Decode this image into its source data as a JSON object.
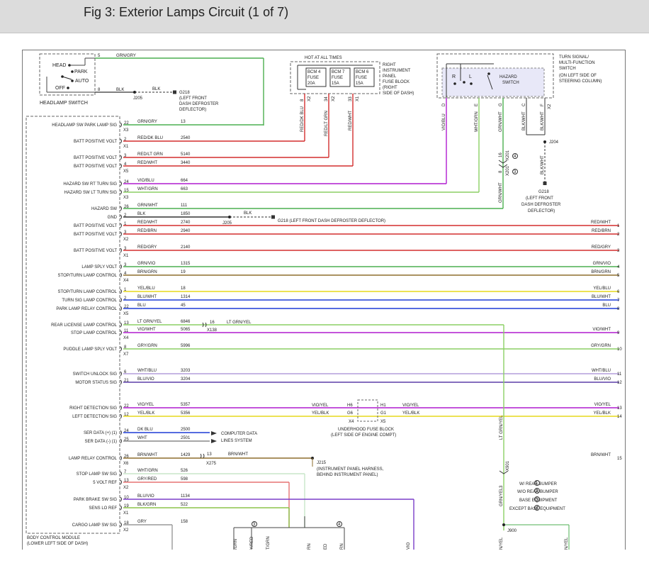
{
  "title": "Fig 3: Exterior Lamps Circuit (1 of 7)",
  "headlamp_switch": {
    "label": "HEADLAMP SWITCH",
    "positions": [
      "HEAD",
      "PARK",
      "AUTO",
      "OFF"
    ],
    "pin5": "5",
    "pin8": "8",
    "wire5": "GRN/GRY",
    "wire8": "BLK"
  },
  "ground_top": {
    "conn": "J205",
    "wire": "BLK",
    "name": "G218",
    "desc1": "(LEFT FRONT",
    "desc2": "DASH DEFROSTER",
    "desc3": "DEFLECTOR)"
  },
  "fuse_block": {
    "header": "HOT AT ALL TIMES",
    "fuses": [
      {
        "l1": "BCM 4",
        "l2": "FUSE",
        "l3": "20A",
        "pin": "8",
        "conn": "X2",
        "wire": "RED/DK BLU"
      },
      {
        "l1": "BCM 7",
        "l2": "FUSE",
        "l3": "15A",
        "pin": "34",
        "conn": "X2",
        "wire": "RED/LT GRN"
      },
      {
        "l1": "BCM 6",
        "l2": "FUSE",
        "l3": "15A",
        "pin": "33",
        "conn": "X1",
        "wire": "RED/WHT"
      }
    ],
    "desc": [
      "RIGHT",
      "INSTRUMENT",
      "PANEL",
      "FUSE BLOCK",
      "(RIGHT",
      "SIDE OF DASH)"
    ]
  },
  "mfs": {
    "desc": [
      "TURN SIGNAL/",
      "MULTI-FUNCTION",
      "SWITCH",
      "(ON LEFT SIDE OF",
      "STEERING COLUMN)"
    ],
    "hazard": [
      "HAZARD",
      "SWITCH"
    ],
    "r": "R",
    "l": "L",
    "pins": [
      {
        "pin": "D",
        "wire": "VIO/BLU"
      },
      {
        "pin": "E",
        "wire": "WHT/GRN"
      },
      {
        "pin": "G",
        "wire": "GRN/WHT"
      },
      {
        "pin": "C",
        "wire": "BLK/WHT"
      },
      {
        "pin": "F",
        "wire": "BLK/WHT"
      }
    ],
    "conn": "X2",
    "j204": "J204",
    "x201a": "X201",
    "x201b": "X201",
    "n16": "16",
    "n8": "8",
    "c4": "4",
    "c3": "3",
    "wire_down": "GRN/WHT",
    "wire_gnd": "BLK/WHT",
    "gnd": {
      "name": "G218",
      "d1": "(LEFT FRONT",
      "d2": "DASH DEFROSTER",
      "d3": "DEFLECTOR)"
    }
  },
  "bcm": {
    "l1": "BODY CONTROL MODULE",
    "l2": "(LOWER LEFT SIDE OF DASH)"
  },
  "rows": [
    {
      "label": "HEADLAMP SW PARK LAMP SIG",
      "pin": "22",
      "conn": "X3",
      "wire": "GRN/GRY",
      "circ": "13"
    },
    {
      "label": "BATT POSITIVE VOLT",
      "pin": "2",
      "conn": "X1",
      "wire": "RED/DK BLU",
      "circ": "2540"
    },
    {
      "label": "BATT POSITIVE VOLT",
      "pin": "3",
      "conn": "",
      "wire": "RED/LT GRN",
      "circ": "5140"
    },
    {
      "label": "BATT POSITIVE VOLT",
      "pin": "4",
      "conn": "X5",
      "wire": "RED/WHT",
      "circ": "3440"
    },
    {
      "label": "HAZARD SW RT TURN SIG",
      "pin": "24",
      "conn": "",
      "wire": "VIO/BLU",
      "circ": "664"
    },
    {
      "label": "HAZARD SW LT TURN SIG",
      "pin": "15",
      "conn": "X3",
      "wire": "WHT/GRN",
      "circ": "663"
    },
    {
      "label": "HAZARD SW",
      "pin": "26",
      "conn": "",
      "wire": "GRN/WHT",
      "circ": "111"
    },
    {
      "label": "GND",
      "pin": "2",
      "conn": "",
      "wire": "BLK",
      "circ": "1850"
    },
    {
      "label": "BATT POSITIVE VOLT",
      "pin": "1",
      "conn": "",
      "wire": "RED/WHT",
      "circ": "2740",
      "rlabel": "RED/WHT",
      "ref": "1"
    },
    {
      "label": "BATT POSITIVE VOLT",
      "pin": "3",
      "conn": "X2",
      "wire": "RED/BRN",
      "circ": "2940",
      "rlabel": "RED/BRN",
      "ref": "2"
    },
    {
      "label": "BATT POSITIVE VOLT",
      "pin": "3",
      "conn": "X1",
      "wire": "RED/GRY",
      "circ": "2140",
      "rlabel": "RED/GRY",
      "ref": "3"
    },
    {
      "label": "LAMP SPLY VOLT",
      "pin": "3",
      "conn": "",
      "wire": "GRN/VIO",
      "circ": "1315",
      "rlabel": "GRN/VIO",
      "ref": "4"
    },
    {
      "label": "STOP/TURN LAMP CONTROL",
      "pin": "4",
      "conn": "X4",
      "wire": "BRN/GRN",
      "circ": "19",
      "rlabel": "BRN/GRN",
      "ref": "5"
    },
    {
      "label": "STOP/TURN LAMP CONTROL",
      "pin": "1",
      "conn": "",
      "wire": "YEL/BLU",
      "circ": "18",
      "rlabel": "YEL/BLU",
      "ref": "6"
    },
    {
      "label": "TURN SIG LAMP CONTROL",
      "pin": "2",
      "conn": "",
      "wire": "BLU/WHT",
      "circ": "1314",
      "rlabel": "BLU/WHT",
      "ref": "7"
    },
    {
      "label": "PARK LAMP RELAY CONTROL",
      "pin": "22",
      "conn": "X5",
      "wire": "BLU",
      "circ": "45",
      "rlabel": "BLU",
      "ref": "8"
    },
    {
      "label": "REAR LICENSE LAMP CONTROL",
      "pin": "13",
      "conn": "",
      "wire": "LT GRN/YEL",
      "circ": "6846"
    },
    {
      "label": "STOP LAMP CONTROL",
      "pin": "11",
      "conn": "X4",
      "wire": "VIO/WHT",
      "circ": "5065",
      "rlabel": "VIO/WHT",
      "ref": "9"
    },
    {
      "label": "PUDDLE LAMP SPLY VOLT",
      "pin": "8",
      "conn": "X7",
      "wire": "GRY/GRN",
      "circ": "5996",
      "rlabel": "GRY/GRN",
      "ref": "10"
    },
    {
      "label": "SWITCH UNLOCK SIG",
      "pin": "6",
      "conn": "",
      "wire": "WHT/BLU",
      "circ": "3203",
      "rlabel": "WHT/BLU",
      "ref": "11"
    },
    {
      "label": "MOTOR STATUS SIG",
      "pin": "21",
      "conn": "",
      "wire": "BLU/VIO",
      "circ": "3204",
      "rlabel": "BLU/VIO",
      "ref": "12"
    },
    {
      "label": "RIGHT DETECTION SIG",
      "pin": "22",
      "conn": "",
      "wire": "VIO/YEL",
      "circ": "5357",
      "rlabel": "VIO/YEL",
      "ref": "13"
    },
    {
      "label": "LEFT DETECTION SIG",
      "pin": "12",
      "conn": "",
      "wire": "YEL/BLK",
      "circ": "5356",
      "rlabel": "YEL/BLK",
      "ref": "14"
    },
    {
      "label": "SER DATA (+) (1)",
      "pin": "24",
      "conn": "",
      "wire": "DK BLU",
      "circ": "2500"
    },
    {
      "label": "SER DATA (-) (1)",
      "pin": "25",
      "conn": "",
      "wire": "WHT",
      "circ": "2501"
    },
    {
      "label": "LAMP RELAY CONTROL",
      "pin": "26",
      "conn": "X6",
      "wire": "BRN/WHT",
      "circ": "1429",
      "rlabel": "BRN/WHT",
      "ref": "15"
    },
    {
      "label": "STOP LAMP SW SIG",
      "pin": "7",
      "conn": "",
      "wire": "WHT/GRN",
      "circ": "526"
    },
    {
      "label": "5 VOLT REF",
      "pin": "13",
      "conn": "X2",
      "wire": "GRY/RED",
      "circ": "598"
    },
    {
      "label": "PARK BRAKE SW SIG",
      "pin": "10",
      "conn": "",
      "wire": "BLU/VIO",
      "circ": "1134"
    },
    {
      "label": "SENS LO REF",
      "pin": "19",
      "conn": "X1",
      "wire": "BLK/GRN",
      "circ": "522"
    },
    {
      "label": "CARGO LAMP SW SIG",
      "pin": "18",
      "conn": "X2",
      "wire": "GRY",
      "circ": "158"
    }
  ],
  "gnd_mid": {
    "conn": "J205",
    "wire": "BLK",
    "text": "G218 (LEFT FRONT DASH DEFROSTER DEFLECTOR)"
  },
  "lic": {
    "pin": "16",
    "conn": "X138",
    "wire": "LT GRN/YEL",
    "x901": "X901",
    "pin3": "3",
    "vwire": "LT GRN/YEL",
    "vwire2": "GRN/YEL"
  },
  "ufb": {
    "pins_l": [
      "H6",
      "G6"
    ],
    "pins_r": [
      "H1",
      "G1"
    ],
    "conn_l": "X4",
    "conn_r": "X5",
    "wl": [
      "VIO/YEL",
      "YEL/BLK"
    ],
    "wr": [
      "VIO/YEL",
      "YEL/BLK"
    ],
    "desc1": "UNDERHOOD FUSE BLOCK",
    "desc2": "(LEFT SIDE OF ENGINE COMPT)"
  },
  "ser": {
    "t1": "COMPUTER DATA",
    "t2": "LINES SYSTEM"
  },
  "relay": {
    "pin": "13",
    "conn": "X275",
    "wire": "BRN/WHT",
    "j215": "J215",
    "d1": "(INSTRUMENT PANEL HARNESS,",
    "d2": "BEHIND INSTRUMENT PANEL)"
  },
  "options": [
    "W/ REAR BUMPER",
    "W/O REAR BUMPER",
    "BASE EQUIPMENT",
    "EXCEPT BASE EQUIPMENT"
  ],
  "opt_nums": [
    "1",
    "2",
    "3",
    "4"
  ],
  "bottom": {
    "c3": "3",
    "c4": "4",
    "j900": "J900",
    "wires": [
      "/GRN",
      "Y/RED",
      "T/GRN",
      "RN",
      "ED",
      "RN",
      "VIO",
      "N/YEL",
      "N/YEL"
    ]
  },
  "colors": {
    "green": "#4caf50",
    "red": "#d32f2f",
    "violet": "#b01ccf",
    "ltgreen": "#8bcf65",
    "blue": "#1d3bd6",
    "yellow": "#e6d91b",
    "brown": "#8d6e2d",
    "grey": "#999999",
    "black": "#333333"
  }
}
